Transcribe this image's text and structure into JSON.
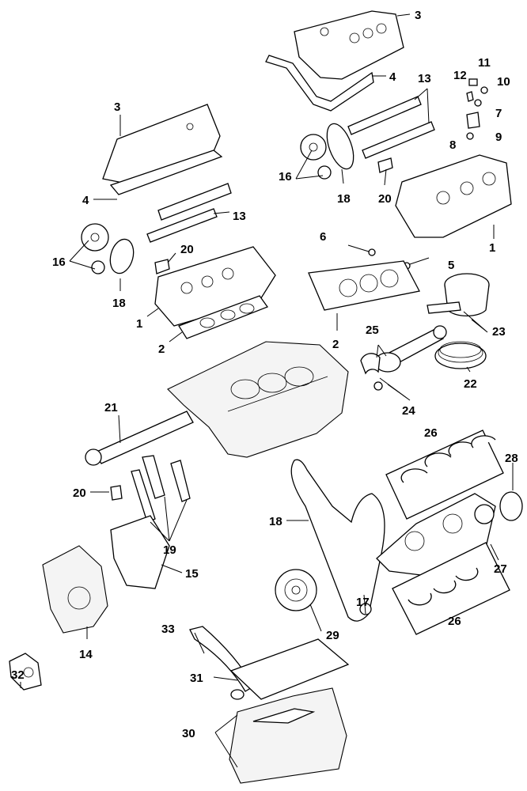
{
  "diagram": {
    "callouts": {
      "c1_left": "1",
      "c1_right": "1",
      "c2_left": "2",
      "c2_right": "2",
      "c3_left": "3",
      "c3_right": "3",
      "c4_left": "4",
      "c4_right": "4",
      "c5": "5",
      "c6": "6",
      "c7": "7",
      "c8": "8",
      "c9": "9",
      "c10": "10",
      "c11": "11",
      "c12": "12",
      "c13_left": "13",
      "c13_right": "13",
      "c14": "14",
      "c15": "15",
      "c16_left": "16",
      "c16_right": "16",
      "c17": "17",
      "c18_left": "18",
      "c18_right": "18",
      "c18_belt": "18",
      "c19": "19",
      "c20_left": "20",
      "c20_right": "20",
      "c20_lower": "20",
      "c21": "21",
      "c22": "22",
      "c23": "23",
      "c24": "24",
      "c25": "25",
      "c26_upper": "26",
      "c26_lower": "26",
      "c27": "27",
      "c28": "28",
      "c29": "29",
      "c30": "30",
      "c31": "31",
      "c32": "32",
      "c33": "33"
    }
  }
}
